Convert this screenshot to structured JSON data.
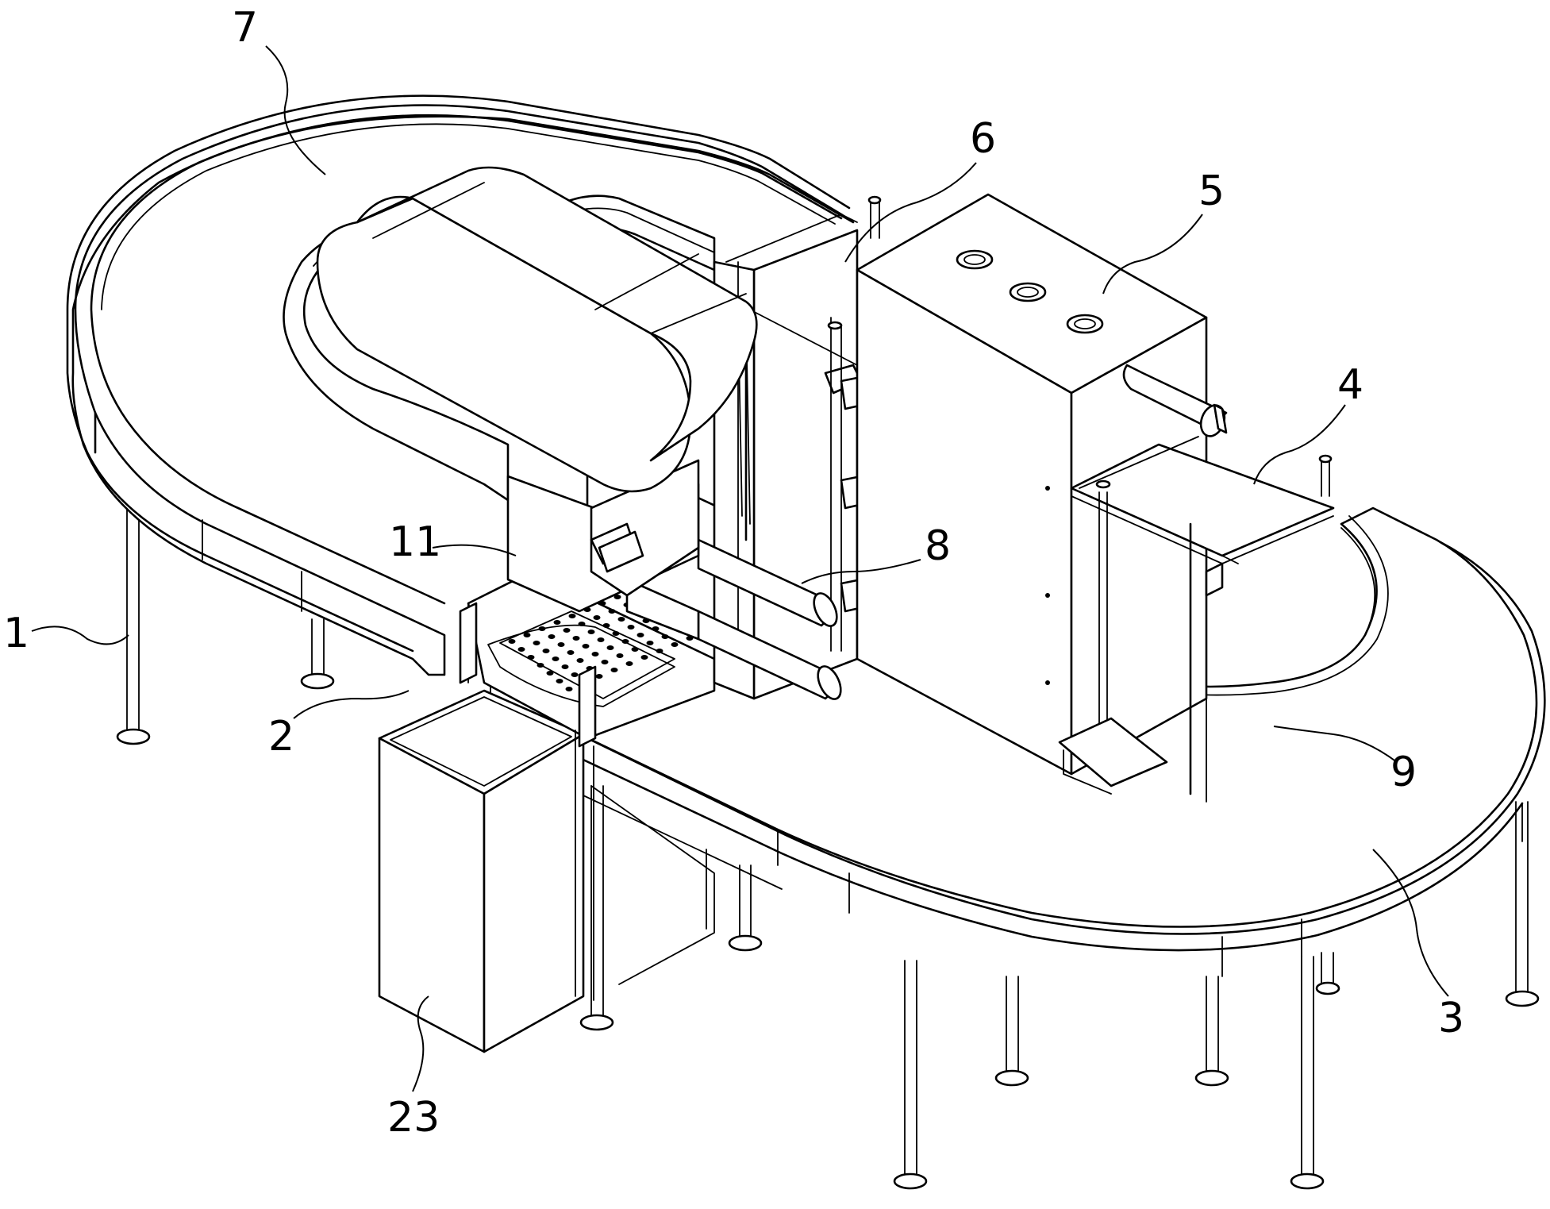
{
  "figure": {
    "labels": {
      "l1": "1",
      "l2": "2",
      "l3": "3",
      "l4": "4",
      "l5": "5",
      "l6": "6",
      "l7": "7",
      "l8": "8",
      "l9": "9",
      "l11": "11",
      "l23": "23"
    }
  }
}
